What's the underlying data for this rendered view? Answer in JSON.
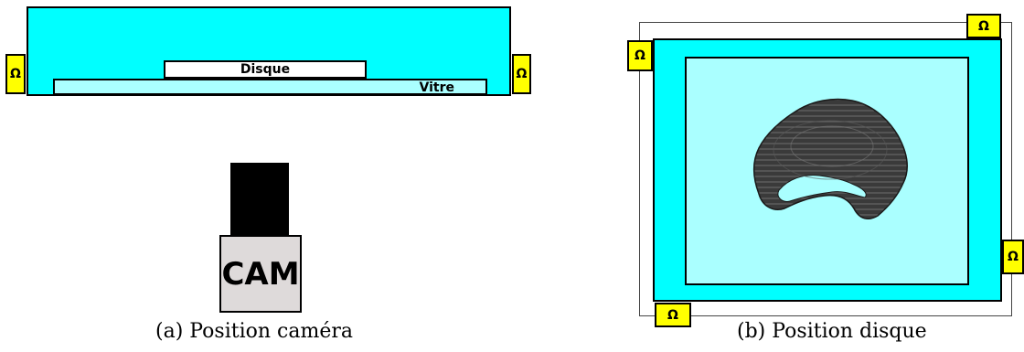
{
  "panel_a": {
    "disk_label": "Disque",
    "glass_label": "Vitre",
    "camera_label": "CAM",
    "magnet_symbol": "Ω",
    "caption": "(a) Position caméra"
  },
  "panel_b": {
    "magnet_symbol": "Ω",
    "caption": "(b) Position disque"
  },
  "colors": {
    "tank": "#00ffff",
    "glass": "#aaffff",
    "magnet": "#ffff00",
    "camera_body": "#dedada"
  }
}
